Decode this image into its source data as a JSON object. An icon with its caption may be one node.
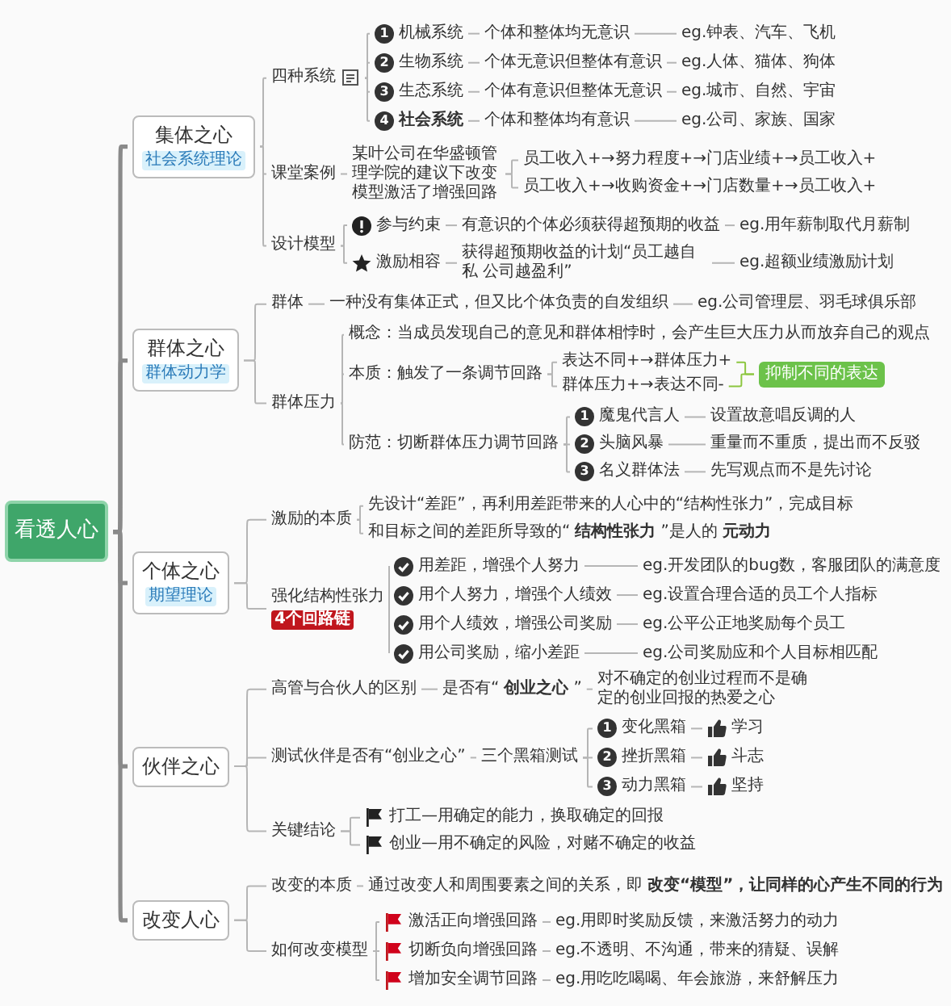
{
  "diagram": {
    "nodes": [
      {
        "text": [
          "看透人心"
        ]
      },
      {
        "text": [
          "集体之心",
          "社会系统理论"
        ]
      },
      {
        "text": [
          "四种系统"
        ]
      },
      {
        "text": [
          "1",
          "机械系统"
        ]
      },
      {
        "text": [
          "个体和整体均无意识"
        ]
      },
      {
        "text": [
          "eg.钟表、汽车、飞机"
        ]
      },
      {
        "text": [
          "2",
          "生物系统"
        ]
      },
      {
        "text": [
          "个体无意识但整体有意识"
        ]
      },
      {
        "text": [
          "eg.人体、猫体、狗体"
        ]
      },
      {
        "text": [
          "3",
          "生态系统"
        ]
      },
      {
        "text": [
          "个体有意识但整体无意识"
        ]
      },
      {
        "text": [
          "eg.城市、自然、宇宙"
        ]
      },
      {
        "text": [
          "4",
          "社会系统"
        ]
      },
      {
        "text": [
          "个体和整体均有意识"
        ]
      },
      {
        "text": [
          "eg.公司、家族、国家"
        ]
      },
      {
        "text": [
          "课堂案例"
        ]
      },
      {
        "text": [
          "某叶公司在华盛顿管理学院的建议下改变模型激活了增强回路"
        ]
      },
      {
        "text": [
          "员工收入+→努力程度+→门店业绩+→员工收入+"
        ]
      },
      {
        "text": [
          "员工收入+→收购资金+→门店数量+→员工收入+"
        ]
      },
      {
        "text": [
          "设计模型"
        ]
      },
      {
        "text": [
          "参与约束"
        ]
      },
      {
        "text": [
          "有意识的个体必须获得超预期的收益"
        ]
      },
      {
        "text": [
          "eg.用年薪制取代月薪制"
        ]
      },
      {
        "text": [
          "激励相容"
        ]
      },
      {
        "text": [
          "获得超预期收益的计划“员工越自私 公司越盈利”"
        ]
      },
      {
        "text": [
          "eg.超额业绩激励计划"
        ]
      },
      {
        "text": [
          "群体之心",
          "群体动力学"
        ]
      },
      {
        "text": [
          "群体"
        ]
      },
      {
        "text": [
          "一种没有集体正式，但又比个体负责的自发组织"
        ]
      },
      {
        "text": [
          "eg.公司管理层、羽毛球俱乐部"
        ]
      },
      {
        "text": [
          "群体压力"
        ]
      },
      {
        "text": [
          "概念：当成员发现自己的意见和群体相悖时，会产生巨大压力从而放弃自己的观点"
        ]
      },
      {
        "text": [
          "本质：触发了一条调节回路"
        ]
      },
      {
        "text": [
          "表达不同+→群体压力+"
        ]
      },
      {
        "text": [
          "群体压力+→表达不同-"
        ]
      },
      {
        "text": [
          "抑制不同的表达"
        ]
      },
      {
        "text": [
          "防范：切断群体压力调节回路"
        ]
      },
      {
        "text": [
          "1",
          "魔鬼代言人"
        ]
      },
      {
        "text": [
          "设置故意唱反调的人"
        ]
      },
      {
        "text": [
          "2",
          "头脑风暴"
        ]
      },
      {
        "text": [
          "重量而不重质，提出而不反驳"
        ]
      },
      {
        "text": [
          "3",
          "名义群体法"
        ]
      },
      {
        "text": [
          "先写观点而不是先讨论"
        ]
      },
      {
        "text": [
          "个体之心",
          "期望理论"
        ]
      },
      {
        "text": [
          "激励的本质"
        ]
      },
      {
        "text": [
          "先设计“差距”，再利用差距带来的人心中的“结构性张力”，完成目标"
        ]
      },
      {
        "text": [
          "和目标之间的差距所导致的“**结构性张力**”是人的**元动力**"
        ]
      },
      {
        "text": [
          "强化结构性张力",
          "4个回路链"
        ]
      },
      {
        "text": [
          "用差距，增强个人努力"
        ]
      },
      {
        "text": [
          "eg.开发团队的bug数，客服团队的满意度"
        ]
      },
      {
        "text": [
          "用个人努力，增强个人绩效"
        ]
      },
      {
        "text": [
          "eg.设置合理合适的员工个人指标"
        ]
      },
      {
        "text": [
          "用个人绩效，增强公司奖励"
        ]
      },
      {
        "text": [
          "eg.公平公正地奖励每个员工"
        ]
      },
      {
        "text": [
          "用公司奖励，缩小差距"
        ]
      },
      {
        "text": [
          "eg.公司奖励应和个人目标相匹配"
        ]
      },
      {
        "text": [
          "伙伴之心"
        ]
      },
      {
        "text": [
          "高管与合伙人的区别"
        ]
      },
      {
        "text": [
          "是否有“**创业之心**”"
        ]
      },
      {
        "text": [
          "对不确定的创业过程而不是确定的创业回报的热爱之心"
        ]
      },
      {
        "text": [
          "测试伙伴是否有“创业之心”"
        ]
      },
      {
        "text": [
          "三个黑箱测试"
        ]
      },
      {
        "text": [
          "1",
          "变化黑箱"
        ]
      },
      {
        "text": [
          "学习"
        ]
      },
      {
        "text": [
          "2",
          "挫折黑箱"
        ]
      },
      {
        "text": [
          "斗志"
        ]
      },
      {
        "text": [
          "3",
          "动力黑箱"
        ]
      },
      {
        "text": [
          "坚持"
        ]
      },
      {
        "text": [
          "关键结论"
        ]
      },
      {
        "text": [
          "打工—用确定的能力，换取确定的回报"
        ]
      },
      {
        "text": [
          "创业—用不确定的风险，对赌不确定的收益"
        ]
      },
      {
        "text": [
          "改变人心"
        ]
      },
      {
        "text": [
          "改变的本质"
        ]
      },
      {
        "text": [
          "通过改变人和周围要素之间的关系，即**改变“模型”，让同样的心产生不同的行为**"
        ]
      },
      {
        "text": [
          "如何改变模型"
        ]
      },
      {
        "text": [
          "激活正向增强回路"
        ]
      },
      {
        "text": [
          "eg.用即时奖励反馈，来激活努力的动力"
        ]
      },
      {
        "text": [
          "切断负向增强回路"
        ]
      },
      {
        "text": [
          "eg.不透明、不沟通，带来的猜疑、误解"
        ]
      },
      {
        "text": [
          "增加安全调节回路"
        ]
      },
      {
        "text": [
          "eg.用吃吃喝喝、年会旅游，来舒解压力"
        ]
      }
    ],
    "edges": [
      {
        "from": 0,
        "to": 1,
        "arrow": "none",
        "style": "thick"
      },
      {
        "from": 0,
        "to": 26,
        "arrow": "none",
        "style": "thick"
      },
      {
        "from": 0,
        "to": 43,
        "arrow": "none",
        "style": "thick"
      },
      {
        "from": 0,
        "to": 56,
        "arrow": "none",
        "style": "thick"
      },
      {
        "from": 0,
        "to": 71,
        "arrow": "none",
        "style": "thick"
      },
      {
        "from": 1,
        "to": 2,
        "arrow": "none"
      },
      {
        "from": 1,
        "to": 15,
        "arrow": "none"
      },
      {
        "from": 1,
        "to": 19,
        "arrow": "none"
      },
      {
        "from": 2,
        "to": 3,
        "arrow": "none"
      },
      {
        "from": 2,
        "to": 6,
        "arrow": "none"
      },
      {
        "from": 2,
        "to": 9,
        "arrow": "none"
      },
      {
        "from": 2,
        "to": 12,
        "arrow": "none"
      },
      {
        "from": 3,
        "to": 4,
        "arrow": "none"
      },
      {
        "from": 4,
        "to": 5,
        "arrow": "none"
      },
      {
        "from": 6,
        "to": 7,
        "arrow": "none"
      },
      {
        "from": 7,
        "to": 8,
        "arrow": "none"
      },
      {
        "from": 9,
        "to": 10,
        "arrow": "none"
      },
      {
        "from": 10,
        "to": 11,
        "arrow": "none"
      },
      {
        "from": 12,
        "to": 13,
        "arrow": "none"
      },
      {
        "from": 13,
        "to": 14,
        "arrow": "none"
      },
      {
        "from": 15,
        "to": 16,
        "arrow": "none"
      },
      {
        "from": 16,
        "to": 17,
        "arrow": "none"
      },
      {
        "from": 16,
        "to": 18,
        "arrow": "none"
      },
      {
        "from": 19,
        "to": 20,
        "arrow": "none"
      },
      {
        "from": 19,
        "to": 23,
        "arrow": "none"
      },
      {
        "from": 20,
        "to": 21,
        "arrow": "none"
      },
      {
        "from": 21,
        "to": 22,
        "arrow": "none"
      },
      {
        "from": 23,
        "to": 24,
        "arrow": "none"
      },
      {
        "from": 24,
        "to": 25,
        "arrow": "none"
      },
      {
        "from": 26,
        "to": 27,
        "arrow": "none"
      },
      {
        "from": 26,
        "to": 30,
        "arrow": "none"
      },
      {
        "from": 27,
        "to": 28,
        "arrow": "none"
      },
      {
        "from": 28,
        "to": 29,
        "arrow": "none"
      },
      {
        "from": 30,
        "to": 31,
        "arrow": "none"
      },
      {
        "from": 30,
        "to": 32,
        "arrow": "none"
      },
      {
        "from": 30,
        "to": 36,
        "arrow": "none"
      },
      {
        "from": 32,
        "to": 33,
        "arrow": "none"
      },
      {
        "from": 32,
        "to": 34,
        "arrow": "none"
      },
      {
        "from": 33,
        "to": 35,
        "arrow": "none",
        "color": "#8cc63f"
      },
      {
        "from": 34,
        "to": 35,
        "arrow": "none",
        "color": "#8cc63f"
      },
      {
        "from": 36,
        "to": 37,
        "arrow": "none"
      },
      {
        "from": 36,
        "to": 39,
        "arrow": "none"
      },
      {
        "from": 36,
        "to": 41,
        "arrow": "none"
      },
      {
        "from": 37,
        "to": 38,
        "arrow": "none"
      },
      {
        "from": 39,
        "to": 40,
        "arrow": "none"
      },
      {
        "from": 41,
        "to": 42,
        "arrow": "none"
      },
      {
        "from": 43,
        "to": 44,
        "arrow": "none"
      },
      {
        "from": 43,
        "to": 47,
        "arrow": "none"
      },
      {
        "from": 44,
        "to": 45,
        "arrow": "none"
      },
      {
        "from": 44,
        "to": 46,
        "arrow": "none"
      },
      {
        "from": 47,
        "to": 48,
        "arrow": "none"
      },
      {
        "from": 47,
        "to": 50,
        "arrow": "none"
      },
      {
        "from": 47,
        "to": 52,
        "arrow": "none"
      },
      {
        "from": 47,
        "to": 54,
        "arrow": "none"
      },
      {
        "from": 48,
        "to": 49,
        "arrow": "none"
      },
      {
        "from": 50,
        "to": 51,
        "arrow": "none"
      },
      {
        "from": 52,
        "to": 53,
        "arrow": "none"
      },
      {
        "from": 54,
        "to": 55,
        "arrow": "none"
      },
      {
        "from": 56,
        "to": 57,
        "arrow": "none"
      },
      {
        "from": 56,
        "to": 60,
        "arrow": "none"
      },
      {
        "from": 56,
        "to": 68,
        "arrow": "none"
      },
      {
        "from": 57,
        "to": 58,
        "arrow": "none"
      },
      {
        "from": 58,
        "to": 59,
        "arrow": "none"
      },
      {
        "from": 60,
        "to": 61,
        "arrow": "none"
      },
      {
        "from": 61,
        "to": 62,
        "arrow": "none"
      },
      {
        "from": 61,
        "to": 64,
        "arrow": "none"
      },
      {
        "from": 61,
        "to": 66,
        "arrow": "none"
      },
      {
        "from": 62,
        "to": 63,
        "arrow": "none"
      },
      {
        "from": 64,
        "to": 65,
        "arrow": "none"
      },
      {
        "from": 66,
        "to": 67,
        "arrow": "none"
      },
      {
        "from": 68,
        "to": 69,
        "arrow": "none"
      },
      {
        "from": 68,
        "to": 70,
        "arrow": "none"
      },
      {
        "from": 71,
        "to": 72,
        "arrow": "none"
      },
      {
        "from": 71,
        "to": 74,
        "arrow": "none"
      },
      {
        "from": 72,
        "to": 73,
        "arrow": "none"
      },
      {
        "from": 74,
        "to": 75,
        "arrow": "none"
      },
      {
        "from": 74,
        "to": 77,
        "arrow": "none"
      },
      {
        "from": 74,
        "to": 79,
        "arrow": "none"
      },
      {
        "from": 75,
        "to": 76,
        "arrow": "none"
      },
      {
        "from": 77,
        "to": 78,
        "arrow": "none"
      },
      {
        "from": 79,
        "to": 80,
        "arrow": "none"
      }
    ]
  }
}
